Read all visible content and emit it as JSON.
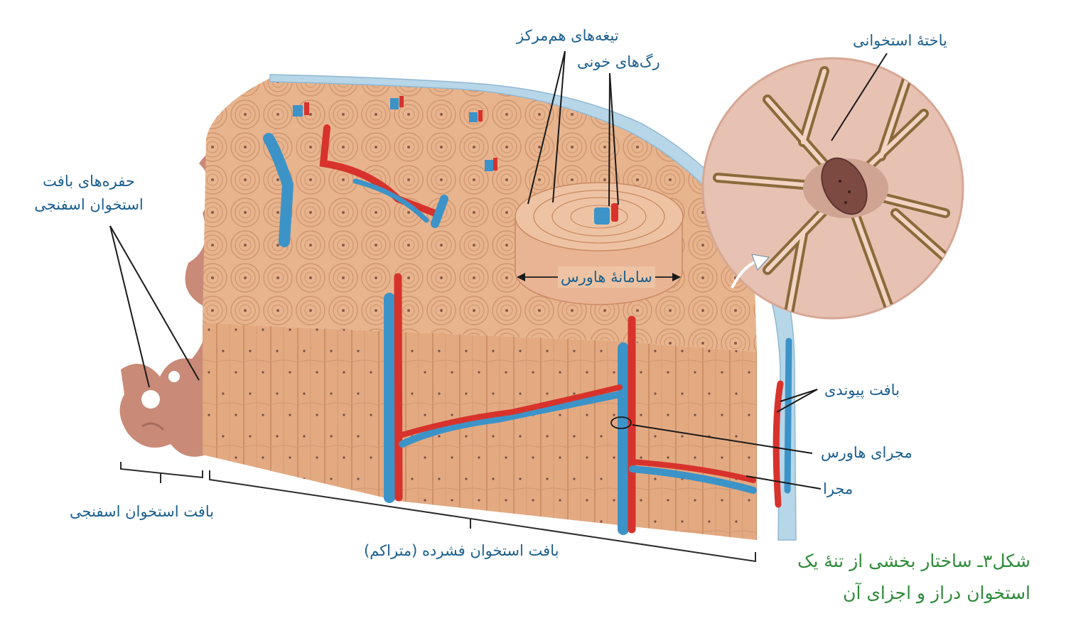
{
  "labels": {
    "concentric_lamellae": "تیغه‌های هم‌مرکز",
    "blood_vessels": "رگ‌های خونی",
    "bone_cell": "یاختهٔ استخوانی",
    "spongy_cavities_line1": "حفره‌های بافت",
    "spongy_cavities_line2": "استخوان اسفنجی",
    "haversian_system": "سامانهٔ هاورس",
    "connective_tissue": "بافت پیوندی",
    "haversian_canal": "مجرای هاورس",
    "canal": "مجرا",
    "spongy_bone": "بافت استخوان اسفنجی",
    "compact_bone": "بافت استخوان فشرده (متراکم)"
  },
  "caption": {
    "line1": "شکل۳ـ ساختار بخشی از تنهٔ یک",
    "line2": "استخوان دراز و اجزای آن"
  },
  "colors": {
    "label_text": "#1b5f8f",
    "caption_text": "#2e8b3a",
    "bone": "#e8b48d",
    "bone_dark": "#c98a63",
    "artery": "#d8322c",
    "vein": "#3c93c8",
    "cell_bg": "#e7c1b2",
    "periosteum": "#b7d6e8"
  }
}
